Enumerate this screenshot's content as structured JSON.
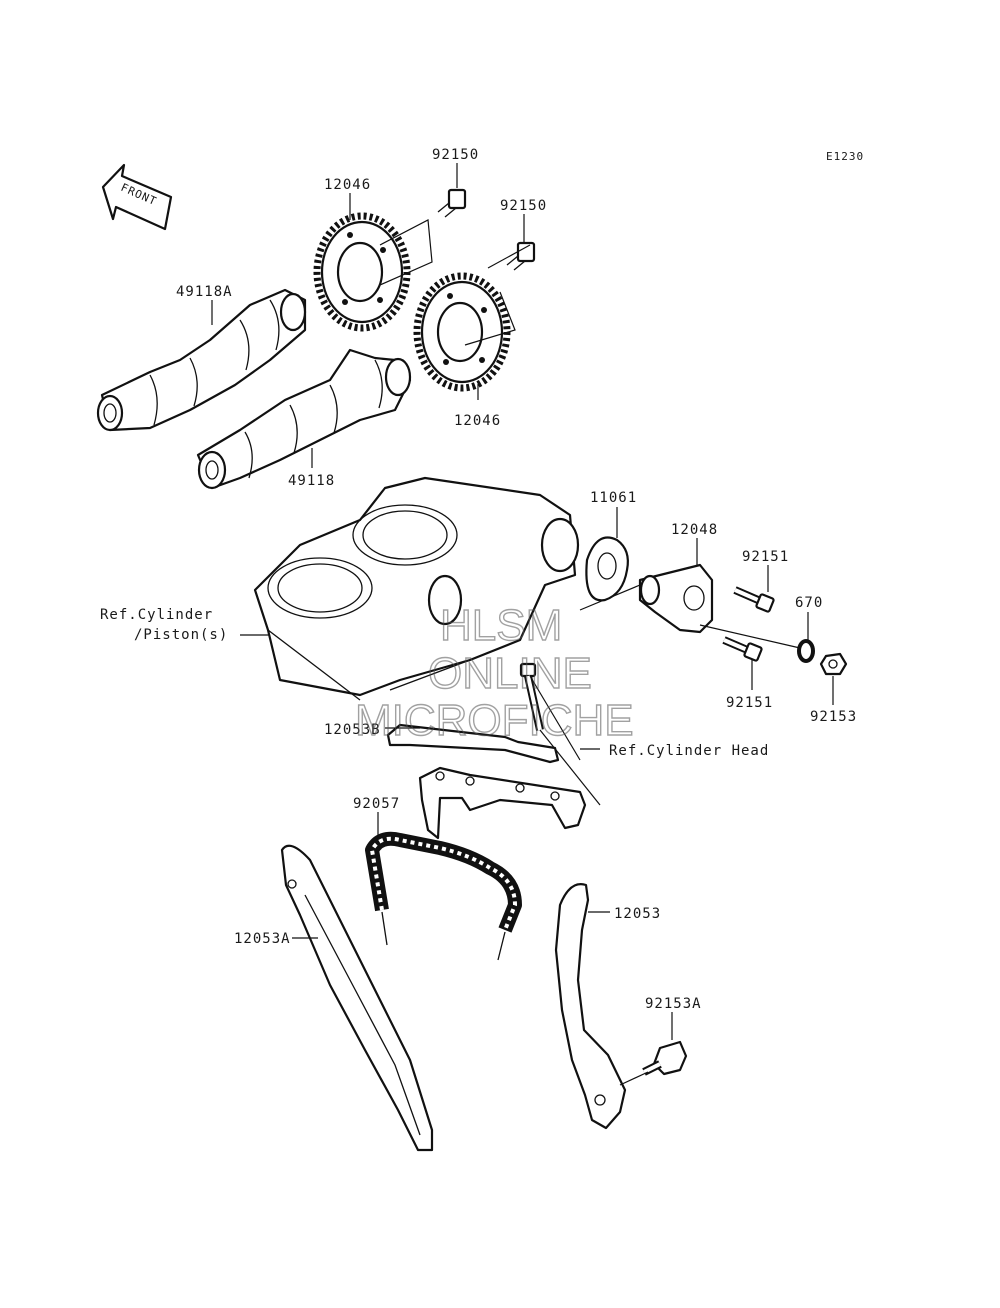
{
  "diagram_code": "E1230",
  "front_arrow_label": "FRONT",
  "watermark": {
    "line1": "HLSM",
    "line2": "ONLINE",
    "line3": "MICROFICHE"
  },
  "callouts": {
    "bolt_top_1": "92150",
    "bolt_top_2": "92150",
    "sprocket_1": "12046",
    "sprocket_2": "12046",
    "camshaft_exhaust": "49118A",
    "camshaft_intake": "49118",
    "gasket": "11061",
    "tensioner": "12048",
    "bolt_tensioner_upper": "92151",
    "bolt_tensioner_lower": "92151",
    "oring": "670",
    "nut": "92153",
    "ref_cylinder": "Ref.Cylinder",
    "ref_piston": "/Piston(s)",
    "guide_upper": "12053B",
    "ref_cylinder_head": "Ref.Cylinder Head",
    "chain": "92057",
    "guide_left": "12053A",
    "guide_right": "12053",
    "bolt_guide": "92153A"
  }
}
